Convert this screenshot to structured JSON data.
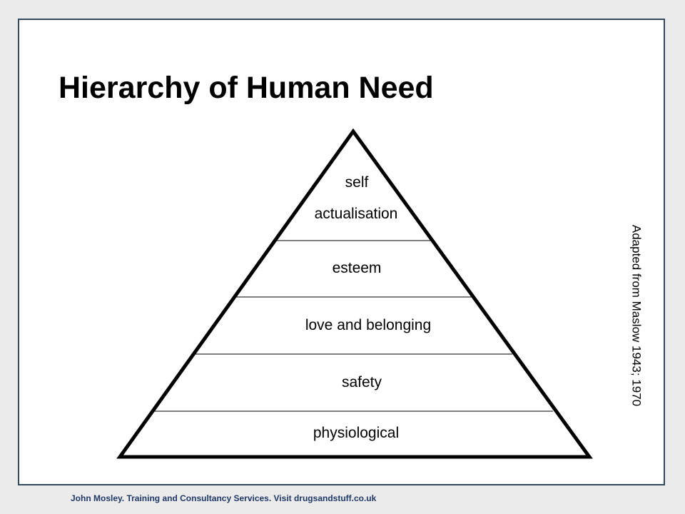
{
  "slide": {
    "title": "Hierarchy of Human Need",
    "side_note": "Adapted from Maslow 1943; 1970",
    "footer": "John Mosley. Training and Consultancy Services. Visit drugsandstuff.co.uk"
  },
  "pyramid": {
    "levels": [
      {
        "lines": [
          "self",
          "actualisation"
        ]
      },
      {
        "lines": [
          "esteem"
        ]
      },
      {
        "lines": [
          "love and belonging"
        ]
      },
      {
        "lines": [
          "safety"
        ]
      },
      {
        "lines": [
          "physiological"
        ]
      }
    ]
  }
}
